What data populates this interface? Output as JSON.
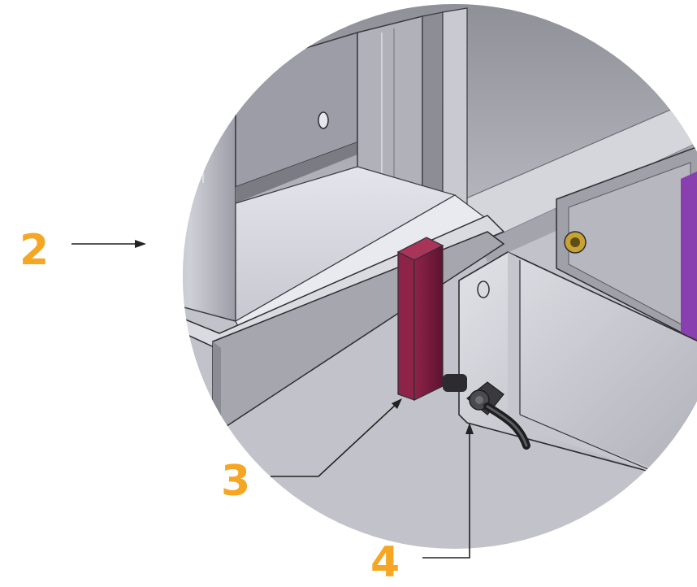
{
  "callouts": [
    {
      "label": "2",
      "target": "side-panel"
    },
    {
      "label": "3",
      "target": "magnet-block"
    },
    {
      "label": "4",
      "target": "reed-sensor"
    }
  ],
  "colors": {
    "callout_text": "#F5A623",
    "magnet": "#7A1A3A",
    "accent_strip": "#8A3FB0",
    "steel_light": "#D8D9DF",
    "steel_mid": "#A9AAB3",
    "steel_dark": "#5E5F66",
    "outline": "#2B2B2E"
  },
  "icons": [
    "arrow-icon",
    "reed-sensor-icon",
    "magnet-icon"
  ]
}
